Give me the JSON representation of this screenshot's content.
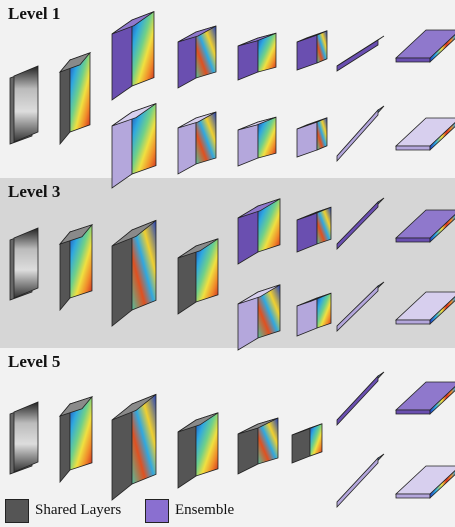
{
  "levels": [
    {
      "title": "Level 1"
    },
    {
      "title": "Level 3"
    },
    {
      "title": "Level 5"
    }
  ],
  "legend": {
    "shared_label": "Shared Layers",
    "ensemble_label": "Ensemble"
  },
  "colors": {
    "background_light": "#f2f2f2",
    "background_mid": "#d6d6d6",
    "shared_front": "#555555",
    "shared_side": "#6a6a6a",
    "shared_top": "#8a8a8a",
    "ensemble_dark_front": "#6a4fb0",
    "ensemble_dark_side": "#7d63c0",
    "ensemble_dark_top": "#8f78cc",
    "ensemble_light_front": "#b4a7dc",
    "ensemble_light_side": "#c6bbe6",
    "ensemble_light_top": "#d7cfee"
  }
}
